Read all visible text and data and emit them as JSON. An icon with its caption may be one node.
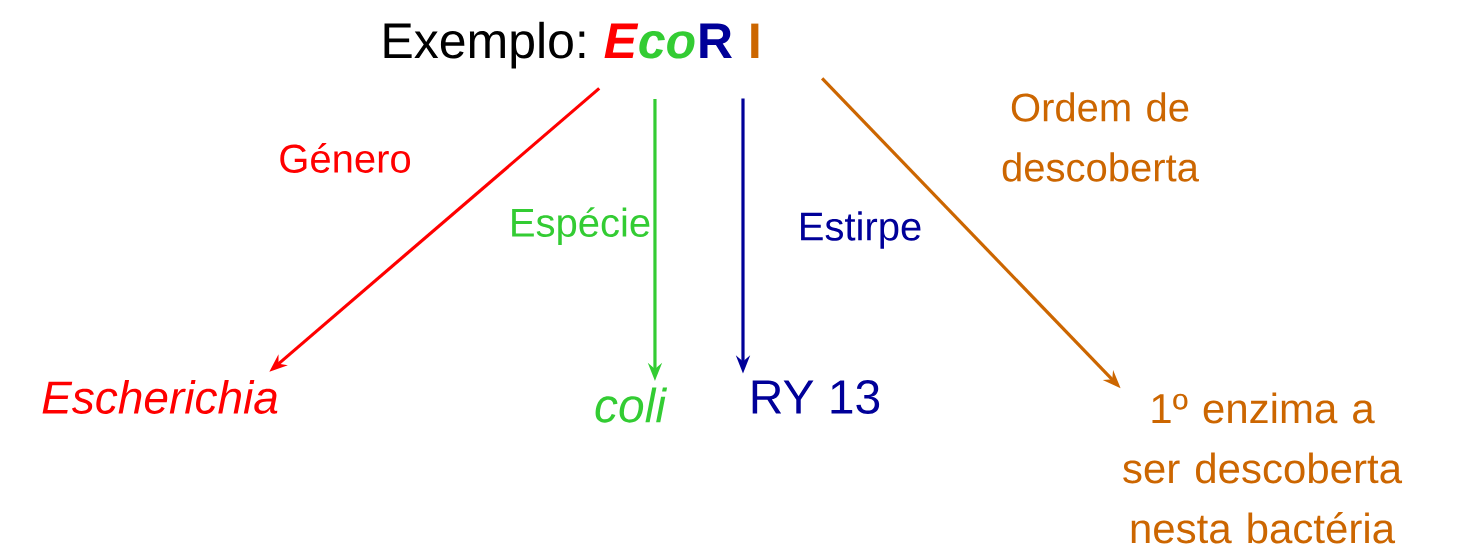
{
  "diagram": {
    "nodes": [
      {
        "text": [
          "Exemplo:"
        ]
      },
      {
        "text": [
          "E"
        ]
      },
      {
        "text": [
          "co"
        ]
      },
      {
        "text": [
          "R"
        ]
      },
      {
        "text": [
          "I"
        ]
      },
      {
        "text": [
          "Escherichia"
        ]
      },
      {
        "text": [
          "coli"
        ]
      },
      {
        "text": [
          "RY 13"
        ]
      },
      {
        "text": [
          "1º enzima a ser descoberta nesta bactéria"
        ]
      }
    ],
    "edges": [
      {
        "from": 1,
        "to": 5,
        "arrow": "to",
        "label": "Género",
        "color": "#ff0000"
      },
      {
        "from": 2,
        "to": 6,
        "arrow": "to",
        "label": "Espécie",
        "color": "#33cc33"
      },
      {
        "from": 3,
        "to": 7,
        "arrow": "to",
        "label": "Estirpe",
        "color": "#000099"
      },
      {
        "from": 4,
        "to": 8,
        "arrow": "to",
        "label": "Ordem de descoberta",
        "color": "#cc6600"
      }
    ]
  }
}
